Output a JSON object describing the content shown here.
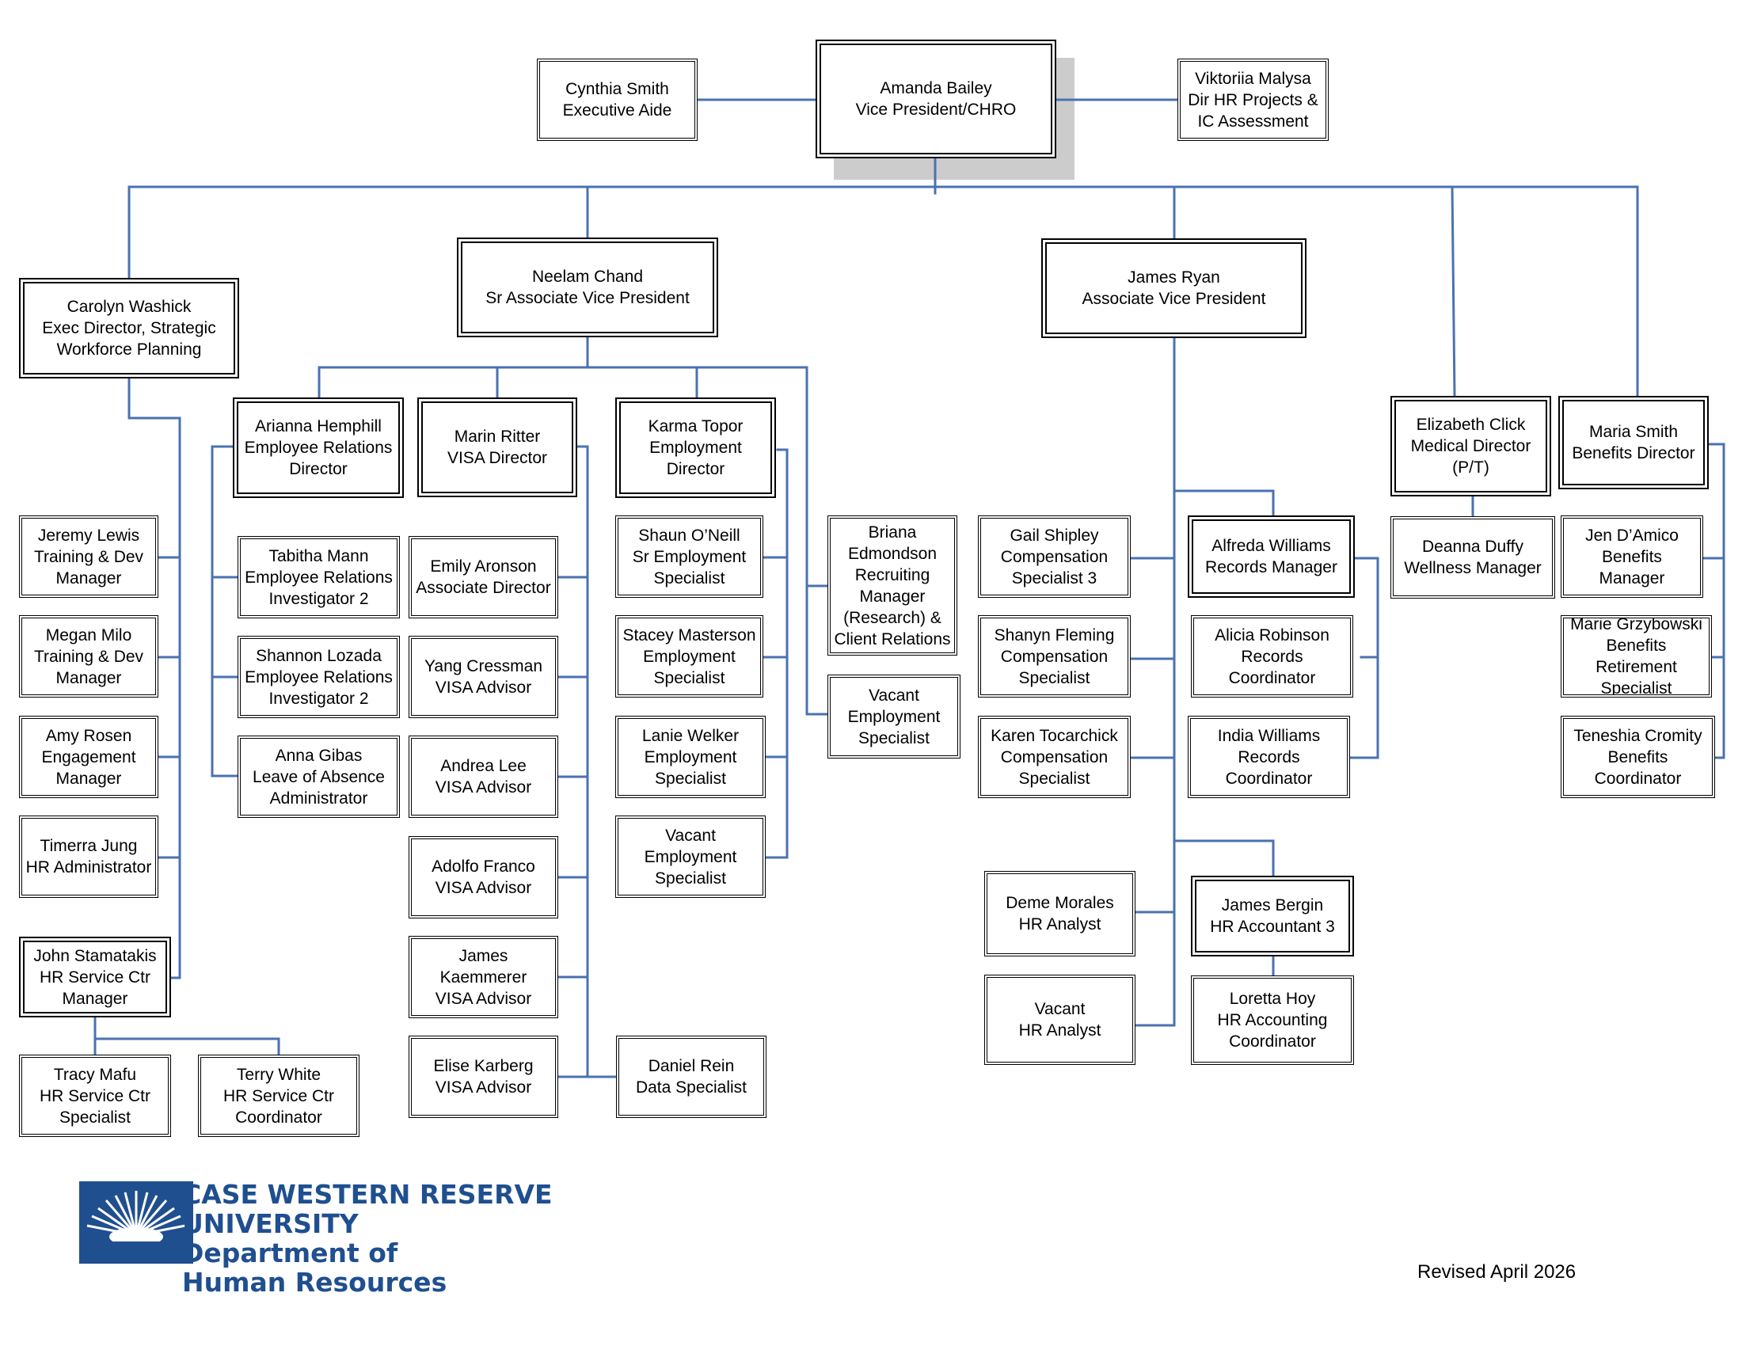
{
  "people": {
    "amanda": [
      "Amanda Bailey",
      "Vice President/CHRO"
    ],
    "cynthia": [
      "Cynthia Smith",
      "Executive Aide"
    ],
    "viktoriia": [
      "Viktoriia Malysa",
      "Dir HR Projects &",
      "IC Assessment"
    ],
    "carolyn": [
      "Carolyn Washick",
      "Exec Director, Strategic",
      "Workforce Planning"
    ],
    "neelam": [
      "Neelam Chand",
      "Sr Associate Vice President"
    ],
    "jamesr": [
      "James Ryan",
      "Associate Vice President"
    ],
    "elizabeth": [
      "Elizabeth Click",
      "Medical Director",
      "(P/T)"
    ],
    "maria": [
      "Maria Smith",
      "Benefits Director"
    ],
    "jeremy": [
      "Jeremy Lewis",
      "Training & Dev",
      "Manager"
    ],
    "megan": [
      "Megan Milo",
      "Training & Dev",
      "Manager"
    ],
    "amy": [
      "Amy Rosen",
      "Engagement",
      "Manager"
    ],
    "timerra": [
      "Timerra Jung",
      "HR Administrator"
    ],
    "john": [
      "John Stamatakis",
      "HR Service Ctr",
      "Manager"
    ],
    "tracy": [
      "Tracy Mafu",
      "HR Service Ctr",
      "Specialist"
    ],
    "terry": [
      "Terry White",
      "HR Service Ctr",
      "Coordinator"
    ],
    "arianna": [
      "Arianna Hemphill",
      "Employee Relations",
      "Director"
    ],
    "tabitha": [
      "Tabitha Mann",
      "Employee Relations",
      "Investigator 2"
    ],
    "shannon": [
      "Shannon Lozada",
      "Employee Relations",
      "Investigator 2"
    ],
    "anna": [
      "Anna Gibas",
      "Leave of Absence",
      "Administrator"
    ],
    "marin": [
      "Marin Ritter",
      "VISA Director"
    ],
    "emily": [
      "Emily Aronson",
      "Associate Director"
    ],
    "yang": [
      "Yang Cressman",
      "VISA Advisor"
    ],
    "andrea": [
      "Andrea Lee",
      "VISA Advisor"
    ],
    "adolfo": [
      "Adolfo Franco",
      "VISA Advisor"
    ],
    "jamesk": [
      "James",
      "Kaemmerer",
      "VISA Advisor"
    ],
    "elise": [
      "Elise Karberg",
      "VISA Advisor"
    ],
    "daniel": [
      "Daniel Rein",
      "Data Specialist"
    ],
    "karma": [
      "Karma Topor",
      "Employment",
      "Director"
    ],
    "shaun": [
      "Shaun O’Neill",
      "Sr Employment",
      "Specialist"
    ],
    "stacey": [
      "Stacey Masterson",
      "Employment",
      "Specialist"
    ],
    "lanie": [
      "Lanie Welker",
      "Employment",
      "Specialist"
    ],
    "vacant1": [
      "Vacant",
      "Employment",
      "Specialist"
    ],
    "briana": [
      "Briana",
      "Edmondson",
      "Recruiting",
      "Manager",
      "(Research) &",
      "Client Relations"
    ],
    "vacant2": [
      "Vacant",
      "Employment",
      "Specialist"
    ],
    "gail": [
      "Gail Shipley",
      "Compensation",
      "Specialist 3"
    ],
    "shanyn": [
      "Shanyn Fleming",
      "Compensation",
      "Specialist"
    ],
    "karen": [
      "Karen Tocarchick",
      "Compensation",
      "Specialist"
    ],
    "alfreda": [
      "Alfreda Williams",
      "Records Manager"
    ],
    "alicia": [
      "Alicia Robinson",
      "Records",
      "Coordinator"
    ],
    "india": [
      "India Williams",
      "Records",
      "Coordinator"
    ],
    "deme": [
      "Deme Morales",
      "HR Analyst"
    ],
    "vacant3": [
      "Vacant",
      "HR Analyst"
    ],
    "jamesb": [
      "James Bergin",
      "HR Accountant 3"
    ],
    "loretta": [
      "Loretta Hoy",
      "HR Accounting",
      "Coordinator"
    ],
    "deanna": [
      "Deanna Duffy",
      "Wellness Manager"
    ],
    "jen": [
      "Jen D’Amico",
      "Benefits",
      "Manager"
    ],
    "marie": [
      "Marie Grzybowski",
      "Benefits",
      "Retirement",
      "Specialist"
    ],
    "teneshia": [
      "Teneshia Cromity",
      "Benefits",
      "Coordinator"
    ]
  },
  "logo": {
    "line1": "CASE WESTERN RESERVE",
    "line2": "UNIVERSITY",
    "line3": "Department of",
    "line4": "Human Resources"
  },
  "revised": "Revised April 2026",
  "colors": {
    "connector": "#4a72b0",
    "logo": "#1f4f8f",
    "shadow": "#cccccc"
  }
}
